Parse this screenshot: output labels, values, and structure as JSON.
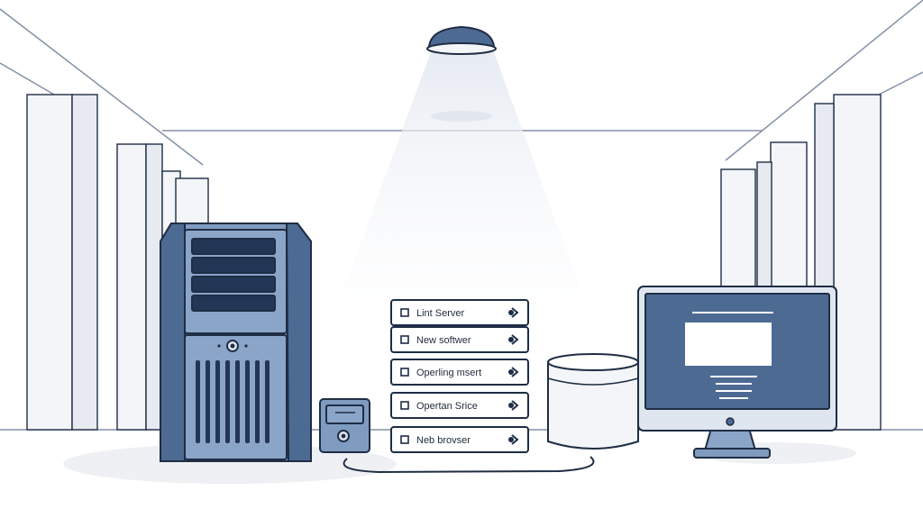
{
  "colors": {
    "outline": "#1f2d45",
    "steel_blue": "#4d6a92",
    "light_blue": "#7f9bc0",
    "dark_navy": "#233656",
    "pillar_fill": "#f3f5f8",
    "line_gray": "#8391a6",
    "floor_shadow": "#eef0f3"
  },
  "software_stack": {
    "items": [
      {
        "label": "Lint Server",
        "icon": "chevron-right-icon"
      },
      {
        "label": "New softwer",
        "icon": "chevron-right-icon"
      },
      {
        "label": "Operling msert",
        "icon": "chevron-right-icon"
      },
      {
        "label": "Opertan Srice",
        "icon": "chevron-right-icon"
      },
      {
        "label": "Neb brovser",
        "icon": "chevron-right-icon"
      }
    ]
  },
  "icons": {
    "ceiling_lamp": "ceiling-lamp-icon",
    "server_tower": "server-tower-icon",
    "small_device": "small-drive-icon",
    "database": "database-cylinder-icon",
    "monitor": "desktop-monitor-icon"
  }
}
